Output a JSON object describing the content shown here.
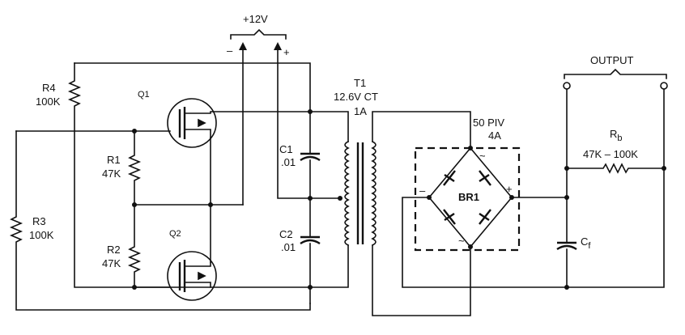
{
  "supply": {
    "label": "+12V",
    "minus": "–",
    "plus": "+"
  },
  "output": {
    "label": "OUTPUT"
  },
  "transformer": {
    "name": "T1",
    "rating": "12.6V CT",
    "current": "1A"
  },
  "bridge": {
    "name": "BR1",
    "piv": "50 PIV",
    "current": "4A",
    "minus": "–",
    "plus": "+",
    "ac_top": "~",
    "ac_bottom": "~"
  },
  "q1": {
    "name": "Q1"
  },
  "q2": {
    "name": "Q2"
  },
  "r1": {
    "name": "R1",
    "value": "47K"
  },
  "r2": {
    "name": "R2",
    "value": "47K"
  },
  "r3": {
    "name": "R3",
    "value": "100K"
  },
  "r4": {
    "name": "R4",
    "value": "100K"
  },
  "c1": {
    "name": "C1",
    "value": ".01"
  },
  "c2": {
    "name": "C2",
    "value": ".01"
  },
  "cf": {
    "name": "C",
    "sub": "f"
  },
  "rb": {
    "name": "R",
    "sub": "b",
    "value": "47K – 100K"
  }
}
